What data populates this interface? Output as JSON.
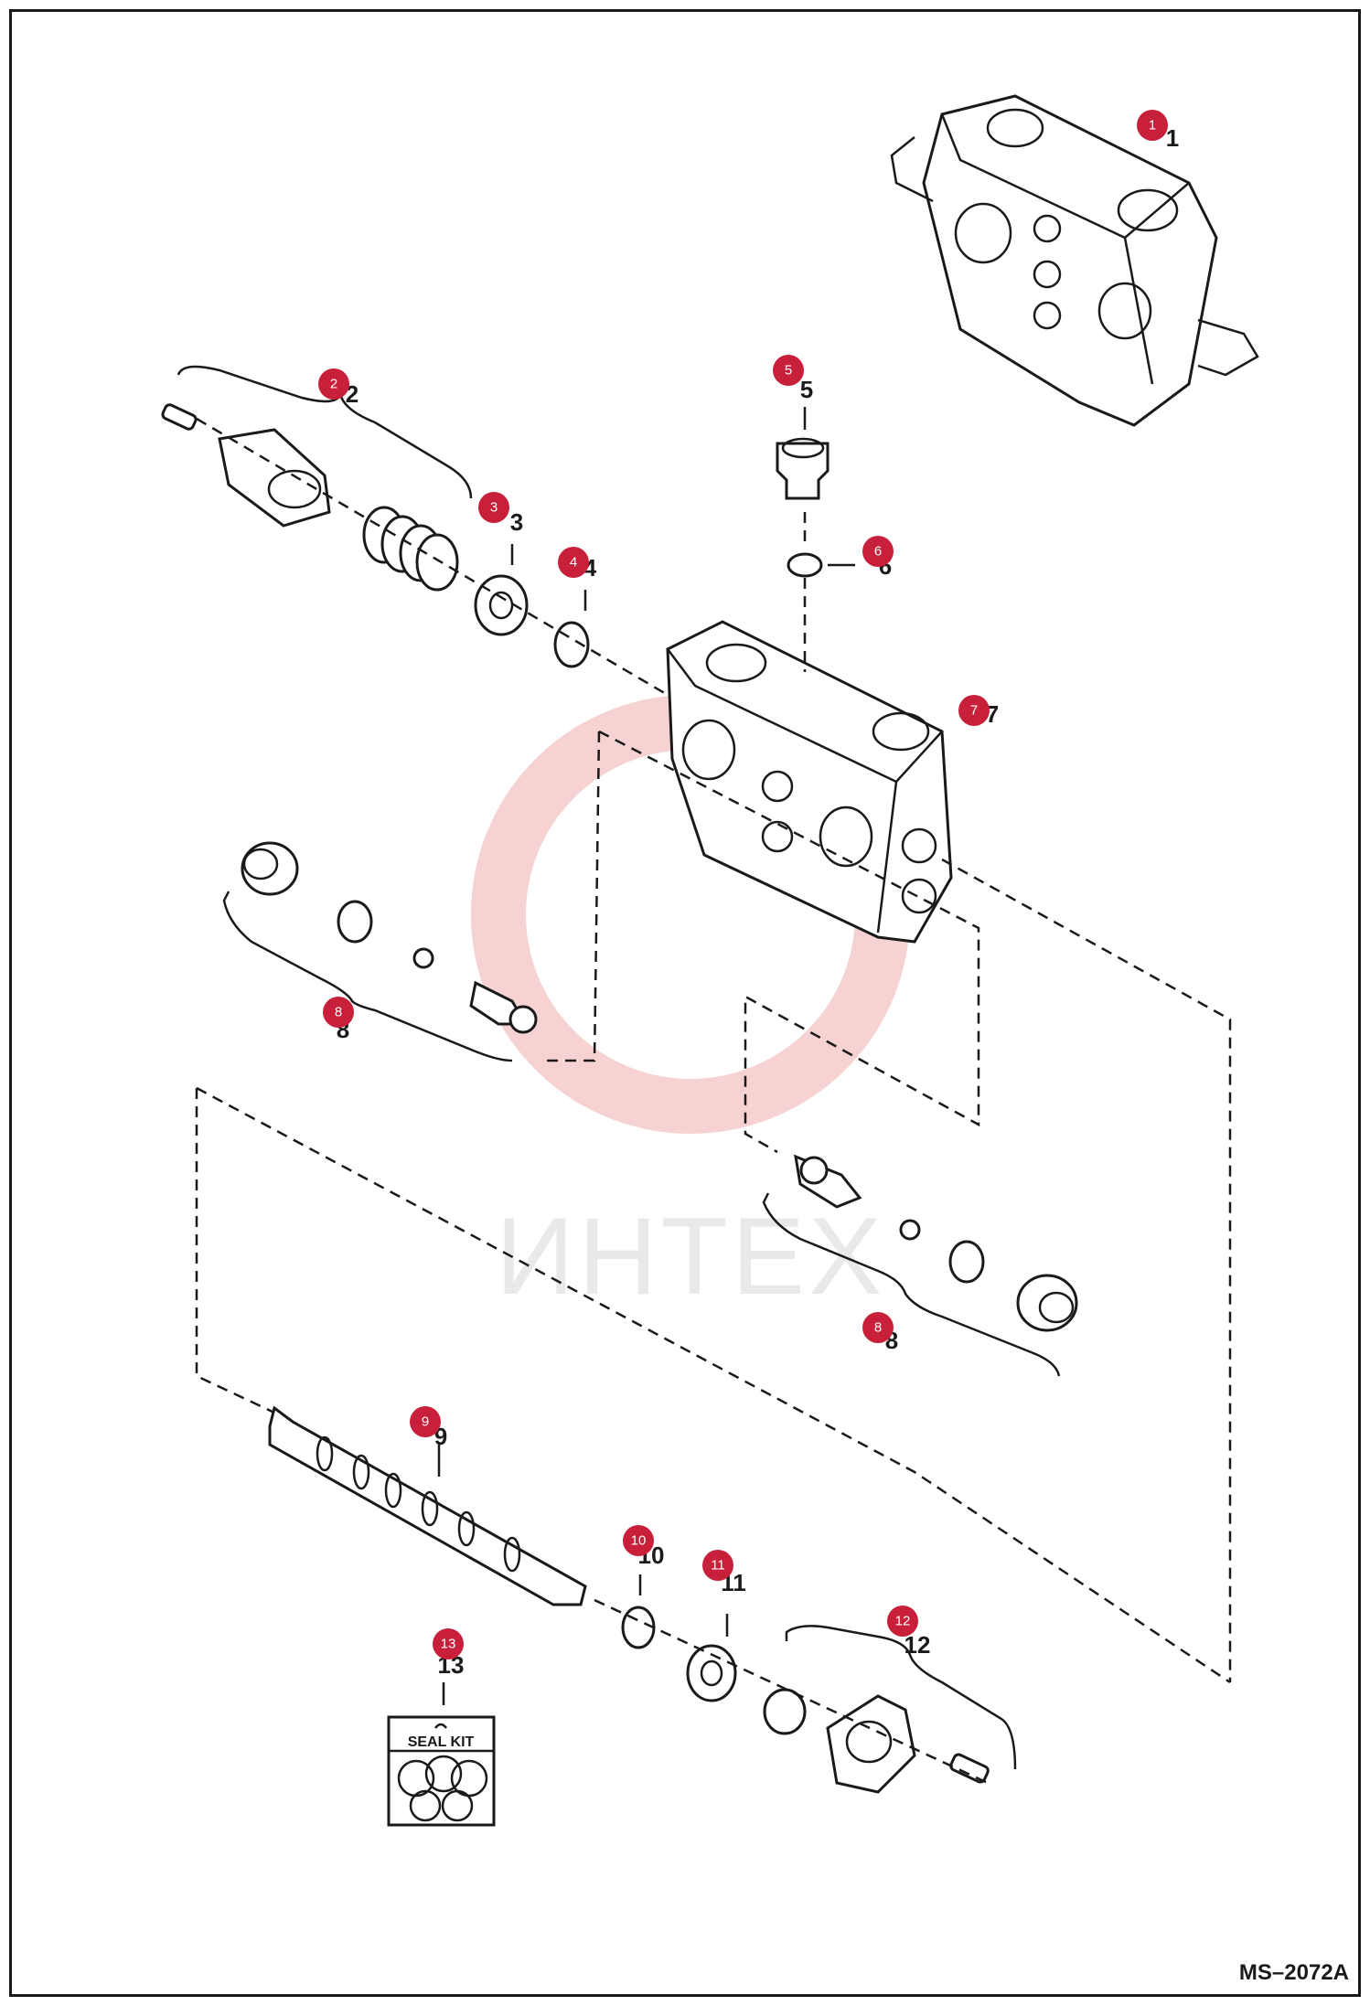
{
  "figure": {
    "reference_code": "MS–2072A",
    "watermark": "ИНТЕХ",
    "seal_kit_label": "SEAL KIT"
  },
  "callouts": [
    {
      "number": "1"
    },
    {
      "number": "2"
    },
    {
      "number": "3"
    },
    {
      "number": "4"
    },
    {
      "number": "5"
    },
    {
      "number": "6"
    },
    {
      "number": "7"
    },
    {
      "number": "8"
    },
    {
      "number": "8"
    },
    {
      "number": "9"
    },
    {
      "number": "10"
    },
    {
      "number": "11"
    },
    {
      "number": "12"
    },
    {
      "number": "13"
    }
  ],
  "colors": {
    "callout_fill": "#c8203a",
    "line": "#1a1a1a",
    "watermark_gear": "#f6d2d2",
    "watermark_text": "#e9e9e9"
  }
}
